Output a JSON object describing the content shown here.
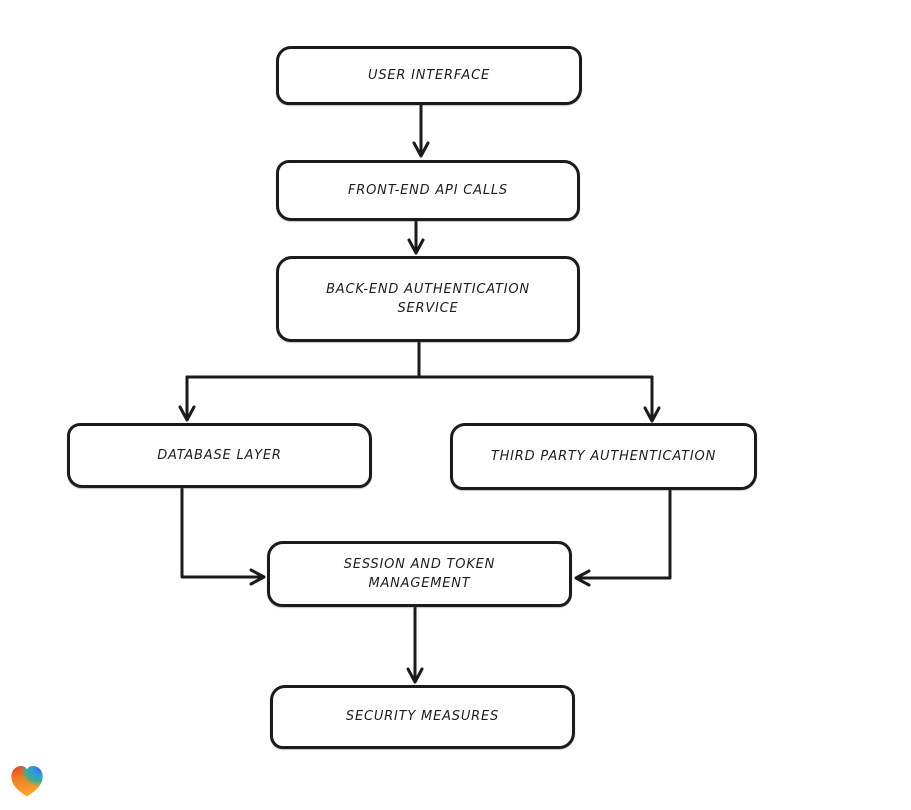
{
  "page": {
    "background_color": "#ffffff"
  },
  "diagram": {
    "type": "flowchart",
    "stroke_color": "#1b1b1b",
    "node_fill_color": "#ffffff",
    "nodes": [
      {
        "id": "user-interface",
        "label": "USER INTERFACE"
      },
      {
        "id": "front-end-api-calls",
        "label": "FRONT-END API CALLS"
      },
      {
        "id": "back-end-authentication-service",
        "label": "BACK-END AUTHENTICATION\nSERVICE"
      },
      {
        "id": "database-layer",
        "label": "DATABASE LAYER"
      },
      {
        "id": "third-party-authentication",
        "label": "THIRD PARTY AUTHENTICATION"
      },
      {
        "id": "session-and-token-management",
        "label": "SESSION AND TOKEN\nMANAGEMENT"
      },
      {
        "id": "security-measures",
        "label": "SECURITY MEASURES"
      }
    ],
    "edges": [
      {
        "from": "user-interface",
        "to": "front-end-api-calls"
      },
      {
        "from": "front-end-api-calls",
        "to": "back-end-authentication-service"
      },
      {
        "from": "back-end-authentication-service",
        "to": "database-layer"
      },
      {
        "from": "back-end-authentication-service",
        "to": "third-party-authentication"
      },
      {
        "from": "database-layer",
        "to": "session-and-token-management"
      },
      {
        "from": "third-party-authentication",
        "to": "session-and-token-management"
      },
      {
        "from": "session-and-token-management",
        "to": "security-measures"
      }
    ]
  },
  "branding": {
    "logo": "heart-gradient-logo",
    "gradient_colors": [
      "#e7262d",
      "#f9a832",
      "#23b3a4",
      "#3d6bf3"
    ]
  }
}
